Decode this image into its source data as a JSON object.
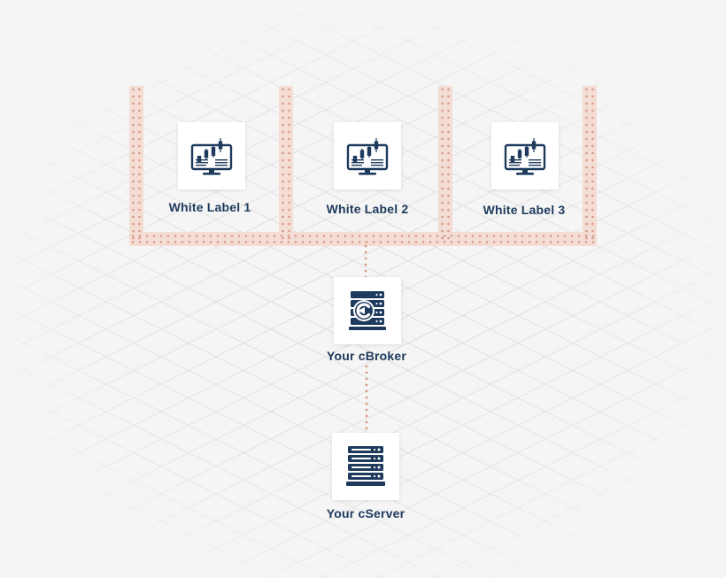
{
  "diagram": {
    "nodes": [
      {
        "id": "wl1",
        "label": "White Label 1",
        "icon": "trading-monitor-icon"
      },
      {
        "id": "wl2",
        "label": "White Label 2",
        "icon": "trading-monitor-icon"
      },
      {
        "id": "wl3",
        "label": "White Label 3",
        "icon": "trading-monitor-icon"
      },
      {
        "id": "cbroker",
        "label": "Your cBroker",
        "icon": "cbroker-server-icon"
      },
      {
        "id": "cserver",
        "label": "Your cServer",
        "icon": "server-rack-icon"
      }
    ],
    "edges": [
      {
        "from": "wl1",
        "to": "cbroker"
      },
      {
        "from": "wl2",
        "to": "cbroker"
      },
      {
        "from": "wl3",
        "to": "cbroker"
      },
      {
        "from": "cbroker",
        "to": "cserver"
      }
    ]
  },
  "colors": {
    "icon": "#1e3a5c",
    "connector_band": "#f3ddd4",
    "connector_dots": "#d99b86",
    "background": "#f5f5f5"
  }
}
